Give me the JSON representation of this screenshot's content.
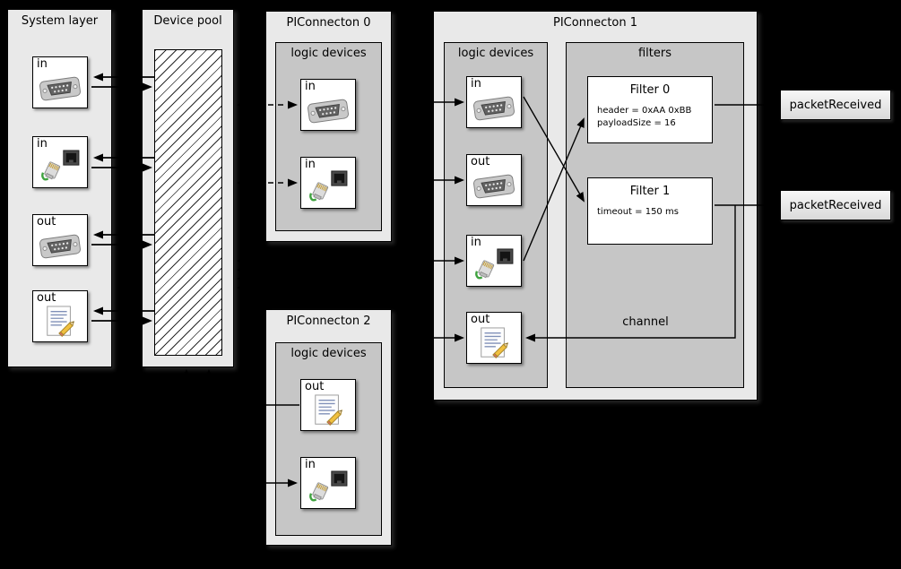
{
  "system_layer": {
    "title": "System layer",
    "devices": [
      {
        "label": "in",
        "icon": "serial-connector"
      },
      {
        "label": "in",
        "icon": "ethernet-connector"
      },
      {
        "label": "out",
        "icon": "serial-connector"
      },
      {
        "label": "out",
        "icon": "script-document"
      }
    ]
  },
  "device_pool": {
    "title": "Device pool"
  },
  "piconnecton_0": {
    "title": "PIConnecton 0",
    "group": "logic devices",
    "devices": [
      {
        "label": "in",
        "icon": "serial-connector"
      },
      {
        "label": "in",
        "icon": "ethernet-connector"
      }
    ]
  },
  "piconnecton_1": {
    "title": "PIConnecton 1",
    "logic_group": "logic devices",
    "filters_group": "filters",
    "devices": [
      {
        "label": "in",
        "icon": "serial-connector"
      },
      {
        "label": "out",
        "icon": "serial-connector"
      },
      {
        "label": "in",
        "icon": "ethernet-connector"
      },
      {
        "label": "out",
        "icon": "script-document"
      }
    ],
    "filters": [
      {
        "title": "Filter 0",
        "params": [
          "header = 0xAA 0xBB",
          "payloadSize = 16"
        ]
      },
      {
        "title": "Filter 1",
        "params": [
          "timeout = 150 ms"
        ]
      }
    ],
    "channel_label": "channel"
  },
  "piconnecton_2": {
    "title": "PIConnecton 2",
    "group": "logic devices",
    "devices": [
      {
        "label": "out",
        "icon": "script-document"
      },
      {
        "label": "in",
        "icon": "ethernet-connector"
      }
    ]
  },
  "events": [
    {
      "label": "packetReceived"
    },
    {
      "label": "packetReceived"
    }
  ],
  "connections": [
    {
      "from": "system-layer devices",
      "to": "device-pool",
      "style": "double-arrow"
    },
    {
      "from": "device-pool",
      "to": "piconnecton-0 logic devices",
      "style": "dashed-double-arrow"
    },
    {
      "from": "device-pool",
      "to": "piconnecton-1 logic devices",
      "style": "double-arrow"
    },
    {
      "from": "piconnecton-2 out",
      "to": "device-pool",
      "style": "arrow"
    },
    {
      "from": "device-pool",
      "to": "piconnecton-2 in",
      "style": "double-arrow"
    },
    {
      "from": "piconnecton-1 in serial",
      "to": "Filter 1",
      "style": "arrow"
    },
    {
      "from": "piconnecton-1 in ethernet",
      "to": "Filter 0",
      "style": "arrow"
    },
    {
      "from": "Filter 0",
      "to": "packetReceived",
      "style": "arrow"
    },
    {
      "from": "Filter 1",
      "to": "packetReceived",
      "style": "arrow"
    },
    {
      "from": "Filter 1 output",
      "to": "piconnecton-1 out document",
      "via": "channel",
      "style": "arrow"
    }
  ],
  "colors": {
    "background": "#000000",
    "panel_fill": "#e9e9e9",
    "group_fill": "#c6c6c6",
    "box_fill": "#ffffff",
    "line": "#000000"
  }
}
